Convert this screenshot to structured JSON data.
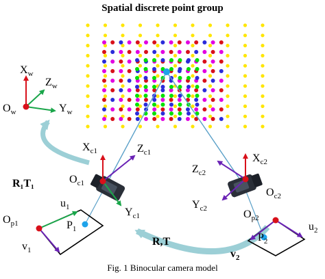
{
  "title": "Spatial discrete point group",
  "caption": "Fig. 1 Binocular camera model",
  "colors": {
    "red": "#d8101a",
    "green": "#1aa64a",
    "purple": "#6a22b5",
    "magenta": "#e100e1",
    "yellow": "#ffe600",
    "blue": "#2b2bd9",
    "lime": "#00e000",
    "ray": "#5aa0c8",
    "arc": "#9ccfd6",
    "camera": "#2a2f38",
    "point": "#1ea3ea"
  },
  "world_frame": {
    "x": "X",
    "x_sub": "w",
    "z": "Z",
    "z_sub": "w",
    "y": "Y",
    "y_sub": "w",
    "origin": "O",
    "origin_sub": "w"
  },
  "camera1": {
    "x": "X",
    "x_sub": "c1",
    "z": "Z",
    "z_sub": "c1",
    "y": "Y",
    "y_sub": "c1",
    "origin": "O",
    "origin_sub": "c1"
  },
  "camera2": {
    "x": "X",
    "x_sub": "c2",
    "z": "Z",
    "z_sub": "c2",
    "y": "Y",
    "y_sub": "c2",
    "origin": "O",
    "origin_sub": "c2"
  },
  "image_plane1": {
    "origin": "O",
    "origin_sub": "p1",
    "u": "u",
    "u_sub": "1",
    "v": "v",
    "v_sub": "1",
    "p": "P",
    "p_sub": "1"
  },
  "image_plane2": {
    "origin": "O",
    "origin_sub": "p2",
    "u": "u",
    "u_sub": "2",
    "v": "v",
    "v_sub": "2",
    "p": "P",
    "p_sub": "2"
  },
  "transforms": {
    "rt1": "R₁T₁",
    "rt": "R,T"
  }
}
